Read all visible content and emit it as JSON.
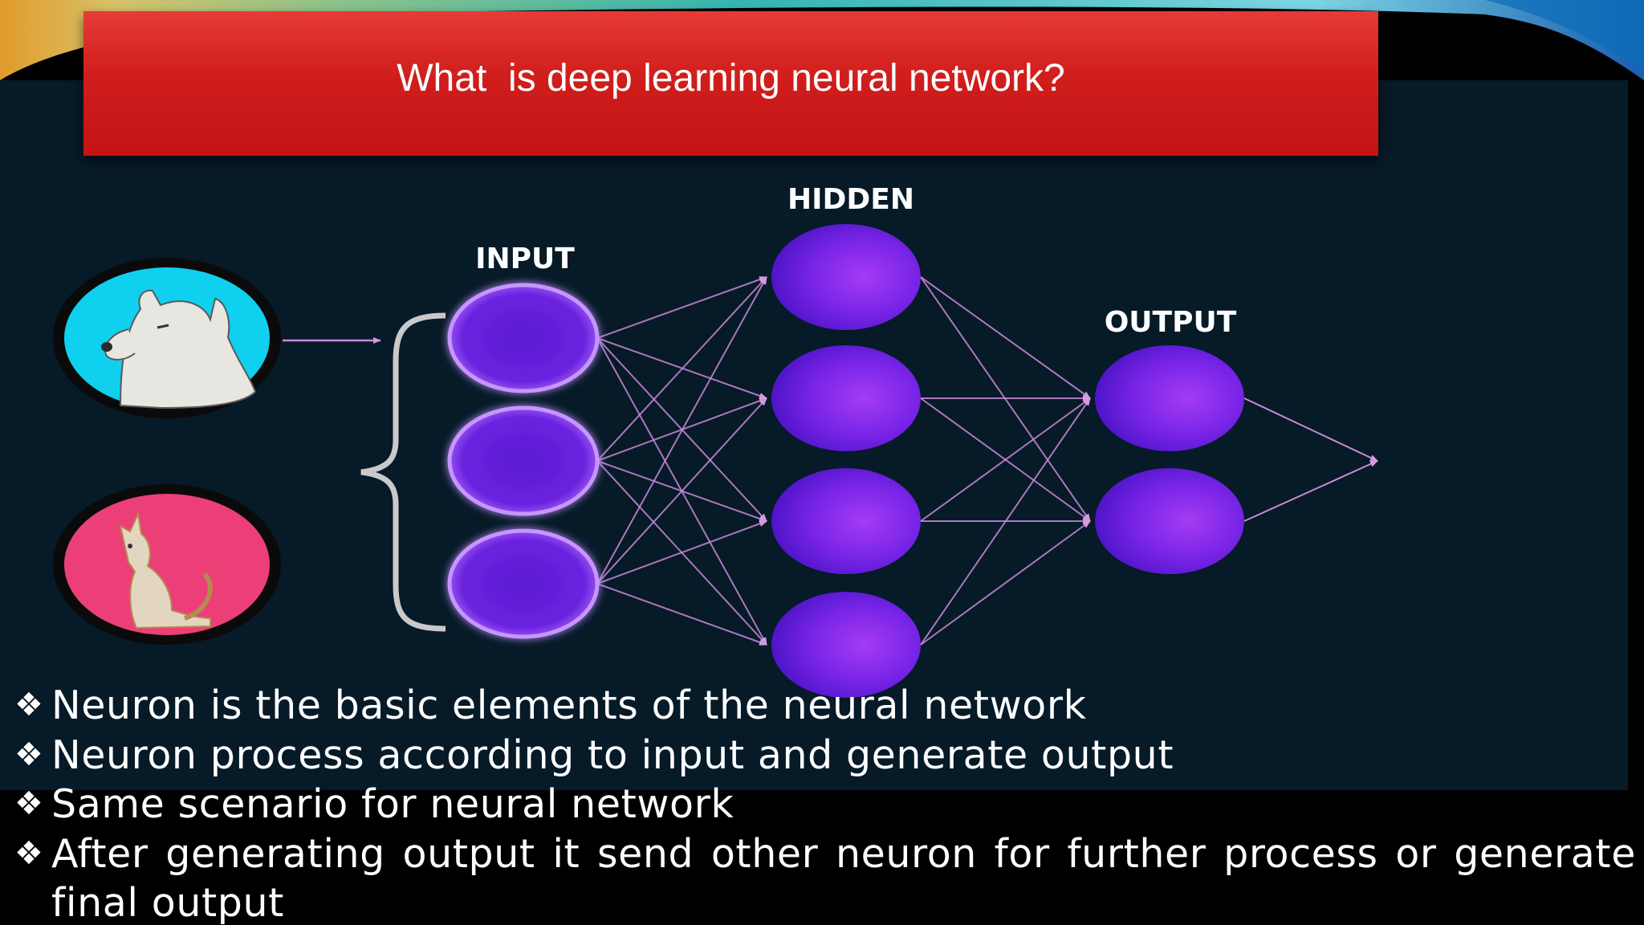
{
  "slide": {
    "title": "What  is deep learning neural network?",
    "colors": {
      "banner": "#d01e1c",
      "background": "#061a28",
      "node": "#7a25e8",
      "connection": "#c98ad8"
    }
  },
  "diagram": {
    "input_label": "INPUT",
    "hidden_label": "HIDDEN",
    "output_label": "OUTPUT",
    "examples": [
      {
        "name": "dog",
        "icon": "dog-icon",
        "color": "#10d0ef"
      },
      {
        "name": "cat",
        "icon": "cat-icon",
        "color": "#ec3f78"
      }
    ]
  },
  "bullets": {
    "marker": "❖",
    "items": [
      "Neuron  is the basic elements of the neural network",
      "Neuron process according  to input and generate output",
      "Same scenario for neural network",
      "After generating output it send other neuron for further process or generate final output"
    ]
  }
}
